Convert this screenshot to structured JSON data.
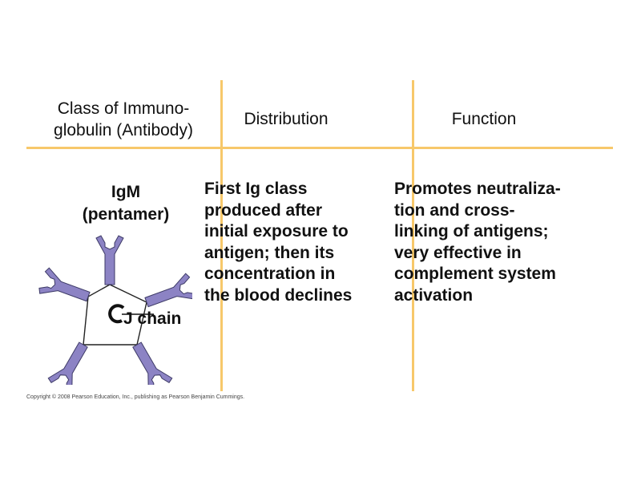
{
  "table": {
    "headers": {
      "class": "Class of Immuno-\nglobulin (Antibody)",
      "distribution": "Distribution",
      "function": "Function"
    },
    "row": {
      "name": "IgM",
      "subtype": "(pentamer)",
      "distribution": "First Ig class\nproduced after\ninitial exposure to\nantigen; then its\nconcentration in\nthe blood declines",
      "function": "Promotes neutraliza-\ntion and cross-\nlinking of antigens;\nvery effective in\ncomplement system\nactivation"
    }
  },
  "diagram": {
    "jchain_label": "J chain",
    "antibody_color": "#8c83c4",
    "outline_color": "#3d3a66"
  },
  "copyright": "Copyright © 2008 Pearson Education, Inc., publishing as Pearson Benjamin Cummings.",
  "colors": {
    "gridline": "#f7c86a"
  }
}
